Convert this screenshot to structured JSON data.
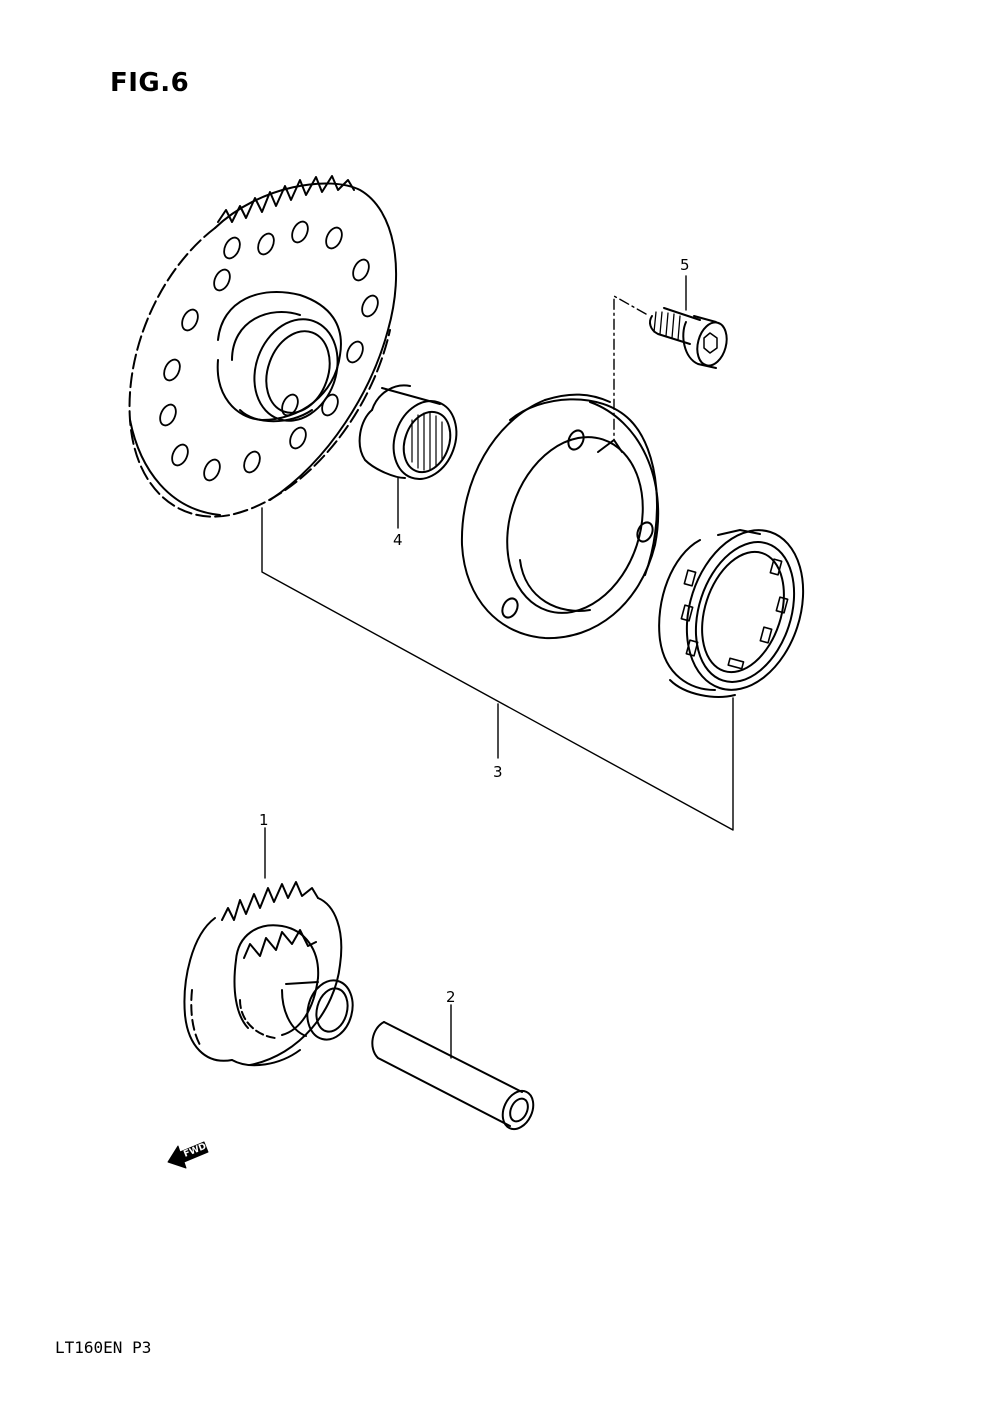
{
  "figure": {
    "title": "FIG.6",
    "model_code": "LT160EN P3",
    "direction_arrow": "FWD"
  },
  "parts": [
    {
      "number": "1",
      "part": "starter-idle-gear"
    },
    {
      "number": "2",
      "part": "idle-gear-shaft"
    },
    {
      "number": "3",
      "part": "starter-clutch-assembly"
    },
    {
      "number": "4",
      "part": "needle-bearing"
    },
    {
      "number": "5",
      "part": "socket-bolt"
    }
  ]
}
